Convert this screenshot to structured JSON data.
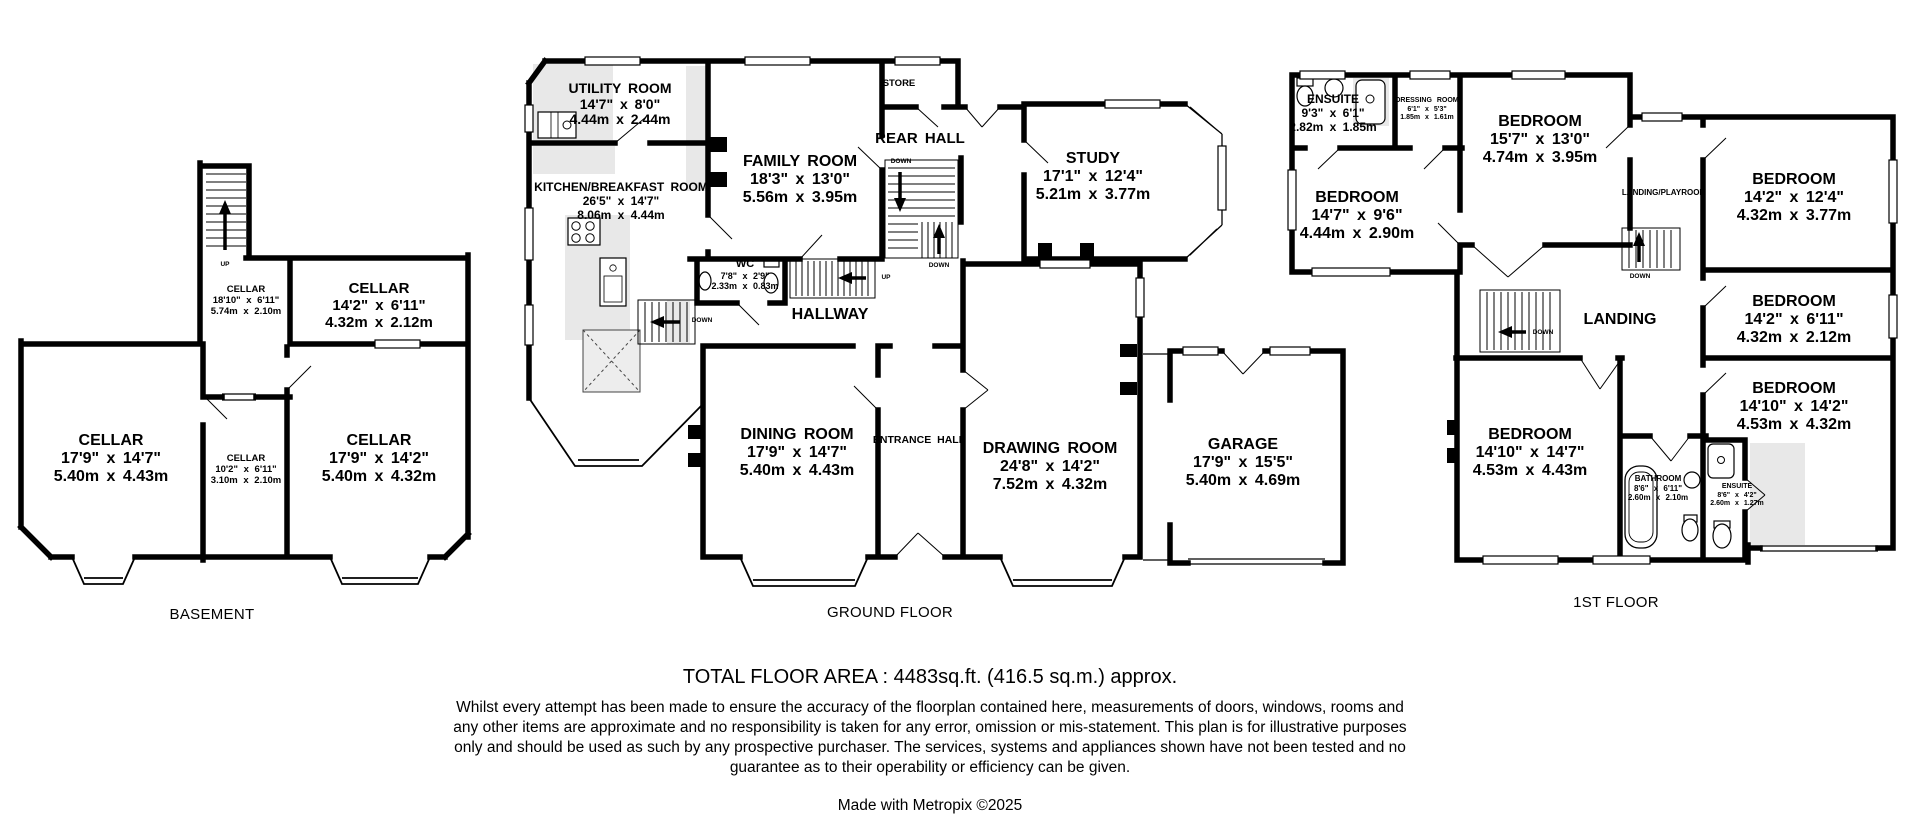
{
  "title": "TOTAL FLOOR AREA : 4483sq.ft. (416.5 sq.m.) approx.",
  "disclaimer": "Whilst every attempt has been made to ensure the accuracy of the floorplan contained here, measurements of doors, windows, rooms and any other items are approximate and no responsibility is taken for any error, omission or mis-statement. This plan is for illustrative purposes only and should be used as such by any prospective purchaser. The services, systems and appliances shown have not been tested and no guarantee as to their operability or efficiency can be given.",
  "credit": "Made with Metropix ©2025",
  "colors": {
    "wall": "#000000",
    "shade": "#e8e8e8"
  },
  "stair_labels": {
    "up": "UP",
    "down": "DOWN"
  },
  "floors": {
    "basement": {
      "caption": "BASEMENT",
      "rooms": {
        "cellar_strip": {
          "name": "CELLAR",
          "imperial": "18'10\" x 6'11\"",
          "metric": "5.74m x 2.10m"
        },
        "cellar_ne": {
          "name": "CELLAR",
          "imperial": "14'2\" x 6'11\"",
          "metric": "4.32m x 2.12m"
        },
        "cellar_w": {
          "name": "CELLAR",
          "imperial": "17'9\" x 14'7\"",
          "metric": "5.40m x 4.43m"
        },
        "cellar_mid": {
          "name": "CELLAR",
          "imperial": "10'2\" x 6'11\"",
          "metric": "3.10m x 2.10m"
        },
        "cellar_e": {
          "name": "CELLAR",
          "imperial": "17'9\" x 14'2\"",
          "metric": "5.40m x 4.32m"
        }
      }
    },
    "ground": {
      "caption": "GROUND FLOOR",
      "rooms": {
        "utility": {
          "name": "UTILITY ROOM",
          "imperial": "14'7\" x 8'0\"",
          "metric": "4.44m x 2.44m"
        },
        "kitchen": {
          "name": "KITCHEN/BREAKFAST ROOM",
          "imperial": "26'5\" x 14'7\"",
          "metric": "8.06m x 4.44m"
        },
        "family": {
          "name": "FAMILY ROOM",
          "imperial": "18'3\" x 13'0\"",
          "metric": "5.56m x 3.95m"
        },
        "store": {
          "name": "STORE"
        },
        "rear_hall": {
          "name": "REAR HALL"
        },
        "study": {
          "name": "STUDY",
          "imperial": "17'1\" x 12'4\"",
          "metric": "5.21m x 3.77m"
        },
        "wc": {
          "name": "WC",
          "imperial": "7'8\" x 2'9\"",
          "metric": "2.33m x 0.83m"
        },
        "hallway": {
          "name": "HALLWAY"
        },
        "dining": {
          "name": "DINING ROOM",
          "imperial": "17'9\" x 14'7\"",
          "metric": "5.40m x 4.43m"
        },
        "entrance": {
          "name": "ENTRANCE HALL"
        },
        "drawing": {
          "name": "DRAWING ROOM",
          "imperial": "24'8\" x 14'2\"",
          "metric": "7.52m x 4.32m"
        },
        "garage": {
          "name": "GARAGE",
          "imperial": "17'9\" x 15'5\"",
          "metric": "5.40m x 4.69m"
        }
      }
    },
    "first": {
      "caption": "1ST FLOOR",
      "rooms": {
        "ensuite_top": {
          "name": "ENSUITE",
          "imperial": "9'3\" x 6'1\"",
          "metric": "2.82m x 1.85m"
        },
        "dressing": {
          "name": "DRESSING ROOM",
          "imperial": "6'1\" x 5'3\"",
          "metric": "1.85m x 1.61m"
        },
        "bed1": {
          "name": "BEDROOM",
          "imperial": "15'7\" x 13'0\"",
          "metric": "4.74m x 3.95m"
        },
        "bed2": {
          "name": "BEDROOM",
          "imperial": "14'7\" x 9'6\"",
          "metric": "4.44m x 2.90m"
        },
        "landing_playroom": {
          "name": "LANDING/PLAYROOM"
        },
        "bed3": {
          "name": "BEDROOM",
          "imperial": "14'2\" x 12'4\"",
          "metric": "4.32m x 3.77m"
        },
        "bed4": {
          "name": "BEDROOM",
          "imperial": "14'2\" x 6'11\"",
          "metric": "4.32m x 2.12m"
        },
        "landing": {
          "name": "LANDING"
        },
        "bed5": {
          "name": "BEDROOM",
          "imperial": "14'10\" x 14'7\"",
          "metric": "4.53m x 4.43m"
        },
        "bed6": {
          "name": "BEDROOM",
          "imperial": "14'10\" x 14'2\"",
          "metric": "4.53m x 4.32m"
        },
        "bathroom": {
          "name": "BATHROOM",
          "imperial": "8'6\" x 6'11\"",
          "metric": "2.60m x 2.10m"
        },
        "ensuite_bottom": {
          "name": "ENSUITE",
          "imperial": "8'6\" x 4'2\"",
          "metric": "2.60m x 1.27m"
        }
      }
    }
  }
}
